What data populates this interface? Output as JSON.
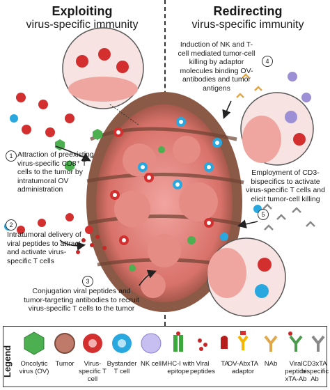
{
  "panels": {
    "left": {
      "title": "Exploiting",
      "subtitle": "virus-specific immunity"
    },
    "right": {
      "title": "Redirecting",
      "subtitle": "virus-specific immunity"
    }
  },
  "steps": [
    {
      "number": "1",
      "text": "Attraction of preexisting virus-specific CD8⁺ T cells to the tumor by intratumoral OV administration"
    },
    {
      "number": "2",
      "text": "Intratumoral delivery of viral peptides to attract and activate virus-specific T cells"
    },
    {
      "number": "3",
      "text": "Conjugation viral peptides and tumor-targeting antibodies to recruit virus-specific T cells to the tumor"
    },
    {
      "number": "4",
      "text": "Induction of NK and T-cell mediated tumor-cell killing by adaptor molecules binding OV-antibodies and tumor antigens"
    },
    {
      "number": "5",
      "text": "Employment of CD3-bispecifics to activate virus-specific T cells and elicit tumor-cell killing"
    }
  ],
  "legend": {
    "title": "Legend",
    "items": [
      {
        "label": "Oncolytic virus (OV)",
        "icon": "oncolytic-virus-icon",
        "color": "#4caf50"
      },
      {
        "label": "Tumor",
        "icon": "tumor-icon",
        "color": "#a0523d"
      },
      {
        "label": "Virus-specific T cell",
        "icon": "virus-specific-t-cell-icon",
        "color": "#d32f2f"
      },
      {
        "label": "Bystander T cell",
        "icon": "bystander-t-cell-icon",
        "color": "#29a8e0"
      },
      {
        "label": "NK cell",
        "icon": "nk-cell-icon",
        "color": "#9c8fd6"
      },
      {
        "label": "MHC-I with epitope",
        "icon": "mhc-i-icon",
        "color": "#3aa83a"
      },
      {
        "label": "Viral peptides",
        "icon": "viral-peptides-icon",
        "color": "#c62828"
      },
      {
        "label": "TA",
        "icon": "ta-icon",
        "color": "#b71c1c"
      },
      {
        "label": "OV-AbxTA adaptor",
        "icon": "ov-abxta-adaptor-icon",
        "color": "#f4b400"
      },
      {
        "label": "NAb",
        "icon": "nab-icon",
        "color": "#e0a84a"
      },
      {
        "label": "Viral peptide xTA-Ab",
        "icon": "viral-peptide-xta-ab-icon",
        "color": "#4c9a4c"
      },
      {
        "label": "CD3xTA bispecific Ab",
        "icon": "cd3xta-bispecific-ab-icon",
        "color": "#888888"
      }
    ]
  }
}
